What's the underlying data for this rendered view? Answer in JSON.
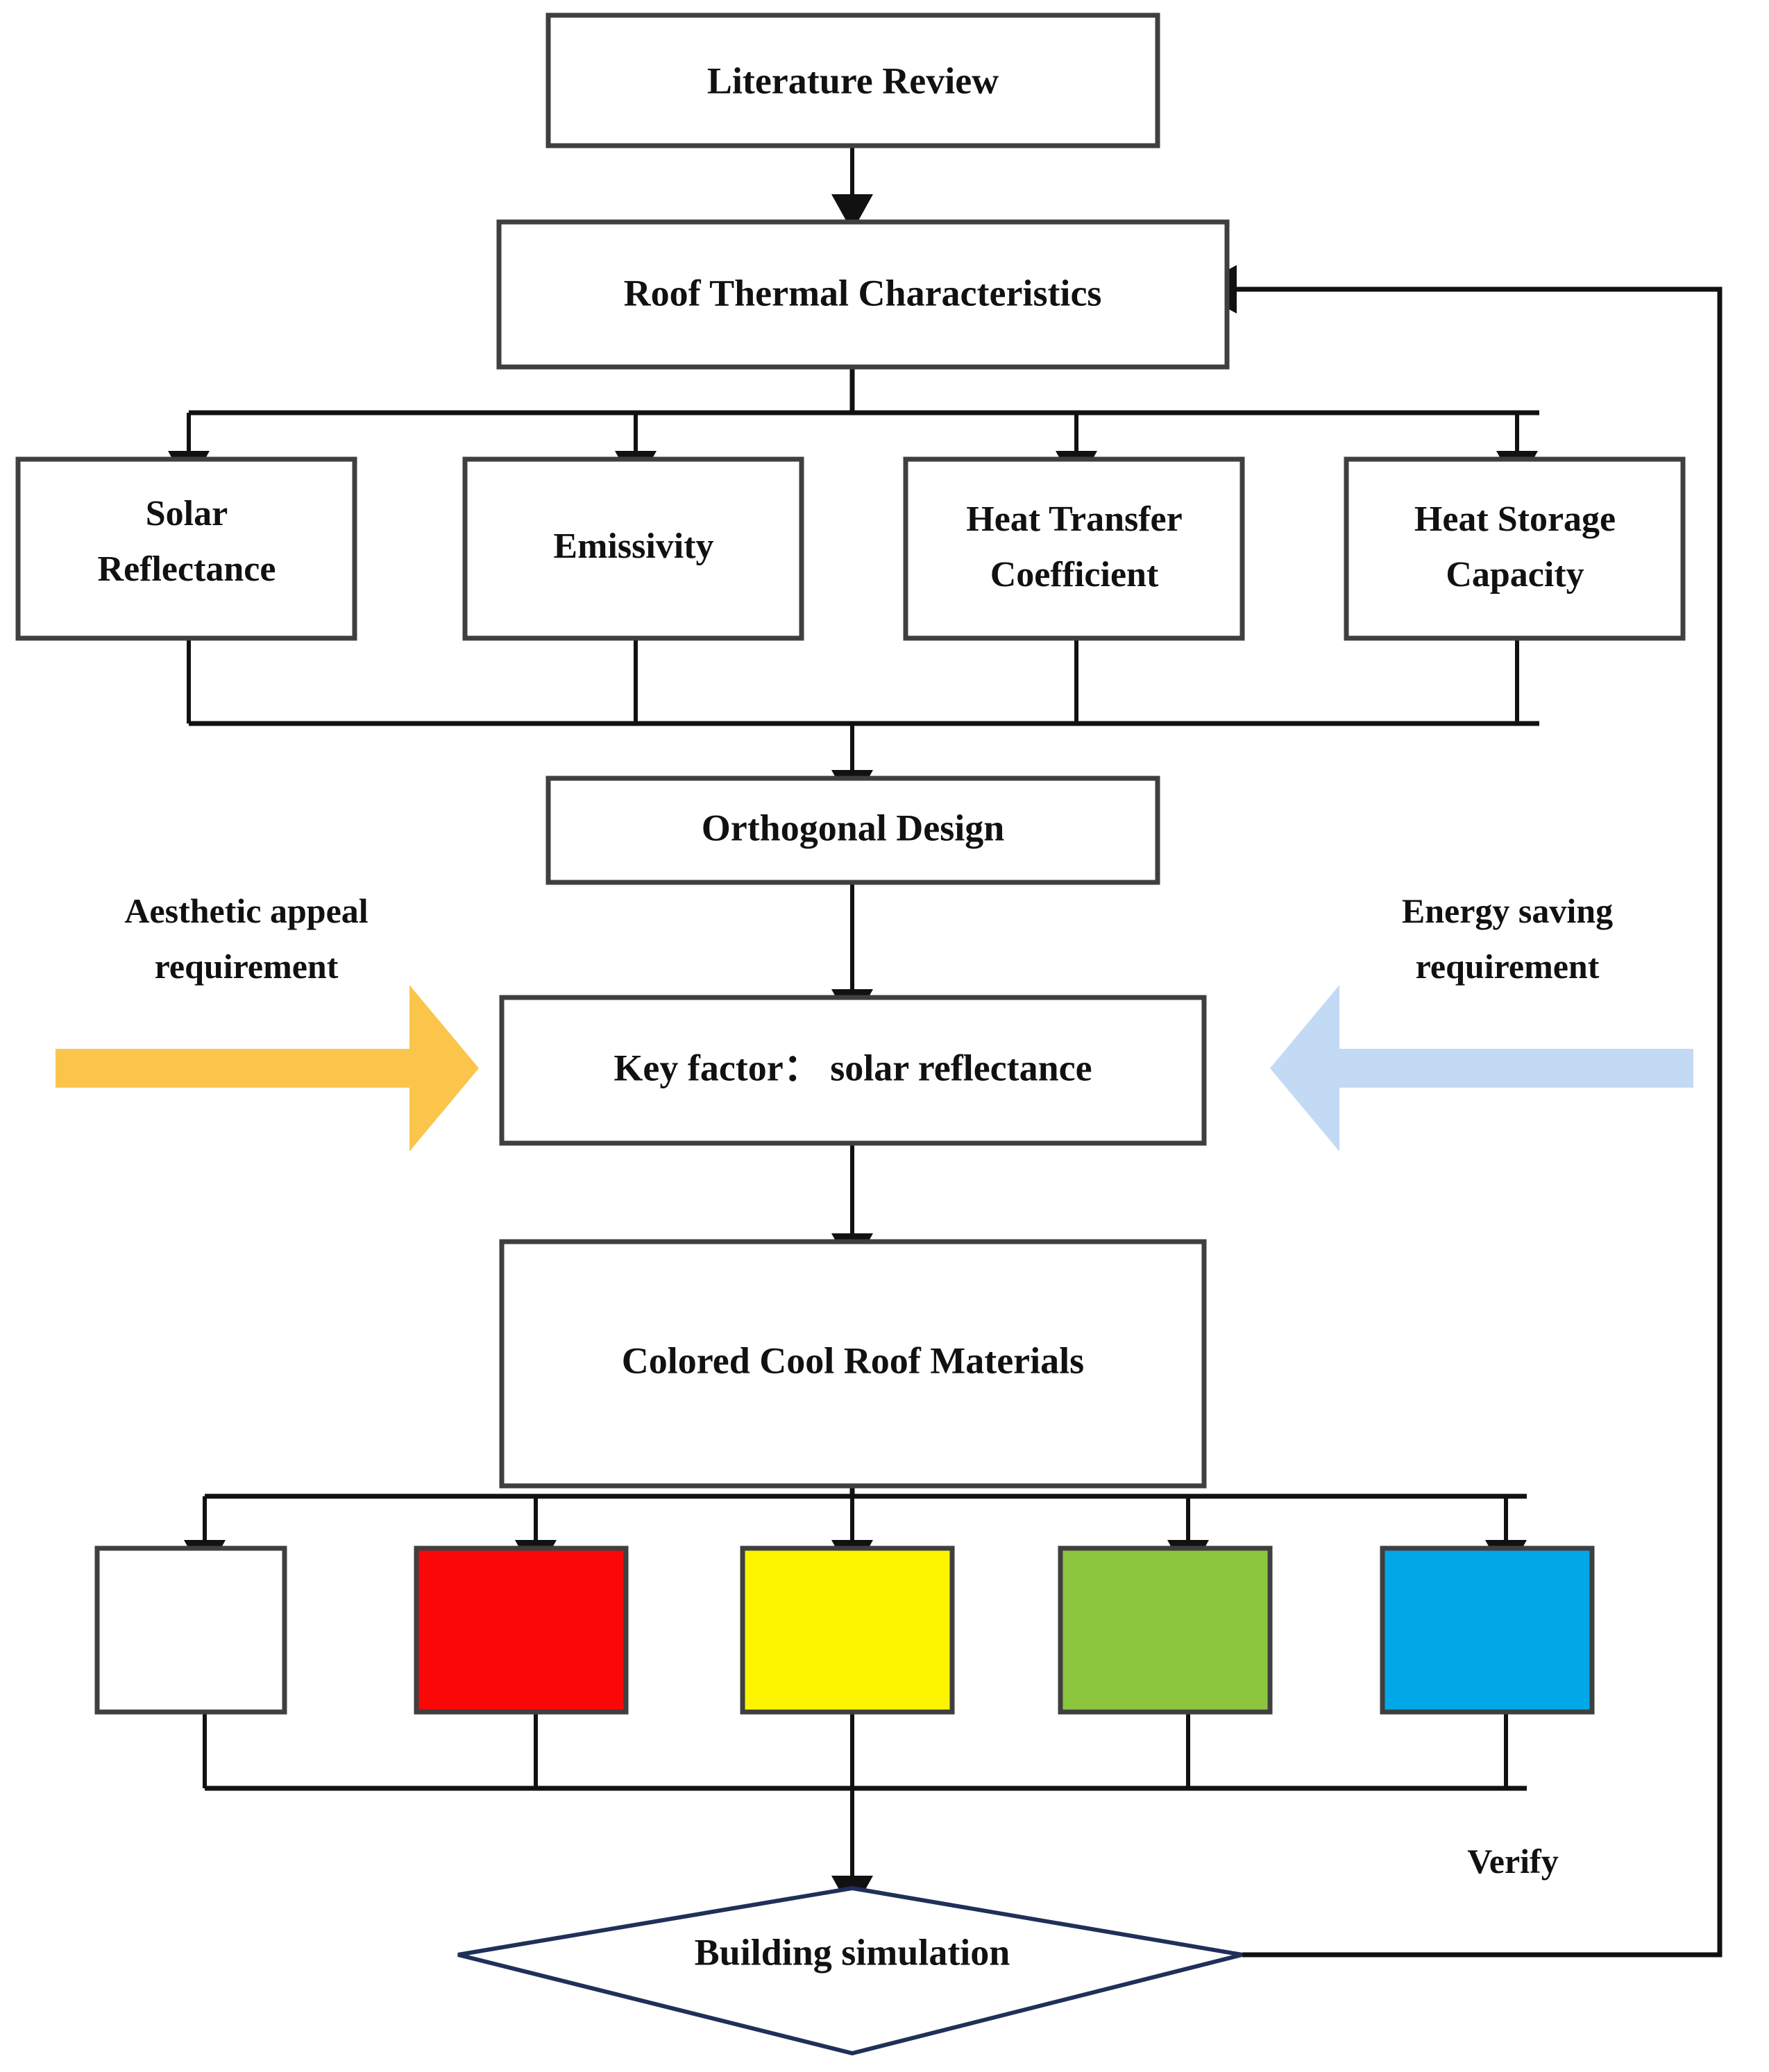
{
  "diagram": {
    "title": "Cool roof research methodology flowchart",
    "type": "flowchart",
    "nodes": {
      "literature_review": "Literature Review",
      "roof_thermal_characteristics": "Roof  Thermal Characteristics",
      "solar_reflectance_line1": "Solar",
      "solar_reflectance_line2": "Reflectance",
      "emissivity": "Emissivity",
      "heat_transfer_line1": "Heat Transfer",
      "heat_transfer_line2": "Coefficient",
      "heat_storage_line1": "Heat Storage",
      "heat_storage_line2": "Capacity",
      "orthogonal_design": "Orthogonal Design",
      "key_factor": "Key factor：  solar reflectance",
      "colored_cool_roof_materials": "Colored Cool Roof Materials",
      "building_simulation": "Building simulation"
    },
    "side_labels": {
      "aesthetic_line1": "Aesthetic appeal",
      "aesthetic_line2": "requirement",
      "energy_line1": "Energy saving",
      "energy_line2": "requirement"
    },
    "edge_labels": {
      "verify": "Verify"
    },
    "color_swatches": [
      {
        "name": "white-swatch",
        "color": "#ffffff"
      },
      {
        "name": "red-swatch",
        "color": "#fb0707"
      },
      {
        "name": "yellow-swatch",
        "color": "#fdf500"
      },
      {
        "name": "green-swatch",
        "color": "#8cc63f"
      },
      {
        "name": "blue-swatch",
        "color": "#00a8e8"
      }
    ],
    "colors": {
      "aesthetic_arrow": "#fbc54c",
      "energy_arrow": "#c3daf5",
      "box_stroke": "#3f3f3f",
      "diamond_stroke": "#1f3059",
      "connector": "#111111",
      "background": "#ffffff"
    }
  }
}
